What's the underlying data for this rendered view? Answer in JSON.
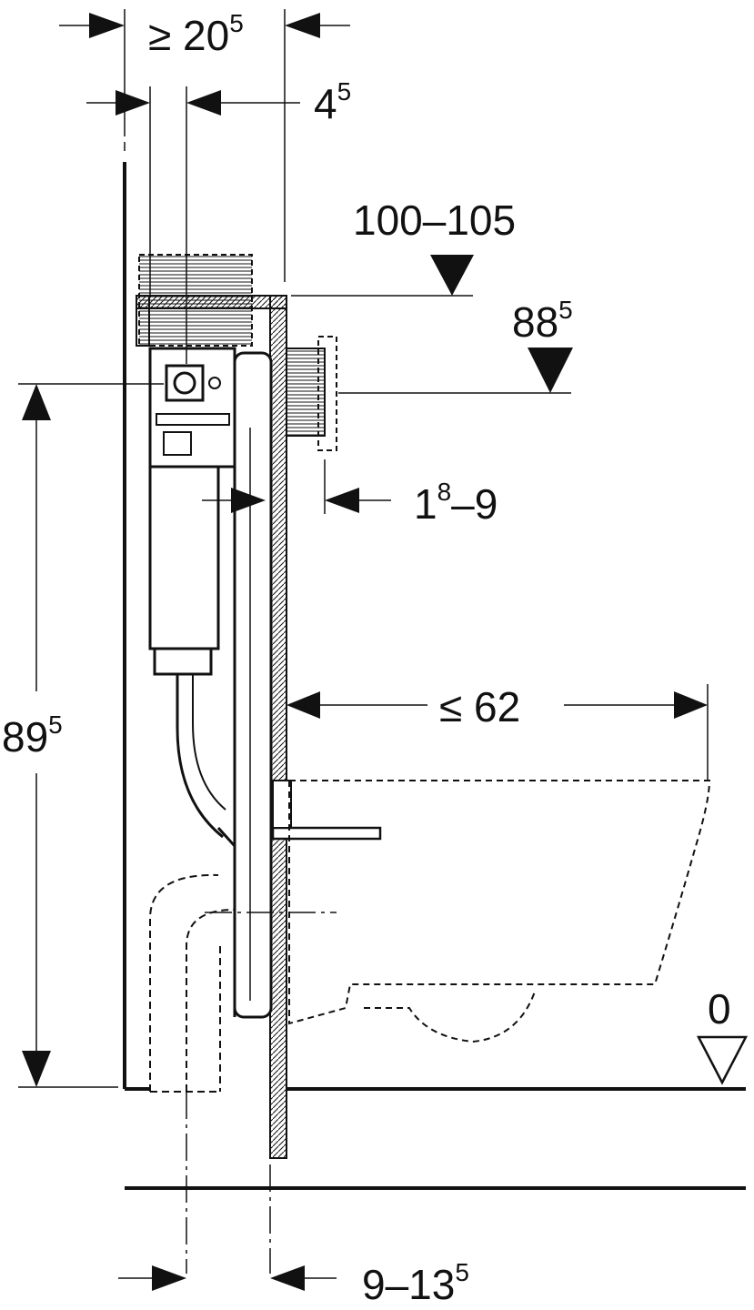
{
  "dimensions": {
    "top_width": {
      "main": "≥ 20",
      "sup": "5"
    },
    "offset_small": {
      "main": "4",
      "sup": "5"
    },
    "height_high": {
      "main": "100–105"
    },
    "height_mid": {
      "main": "88",
      "sup": "5"
    },
    "wall_gap": {
      "main": "1",
      "sup": "8",
      "tail": "–9"
    },
    "toilet_projection": {
      "main": "≤ 62"
    },
    "left_height": {
      "main": "89",
      "sup": "5"
    },
    "floor_ref": {
      "main": "0"
    },
    "bottom_offset": {
      "main": "9–13",
      "sup": "5"
    }
  },
  "colors": {
    "line": "#111111",
    "background": "#ffffff"
  }
}
